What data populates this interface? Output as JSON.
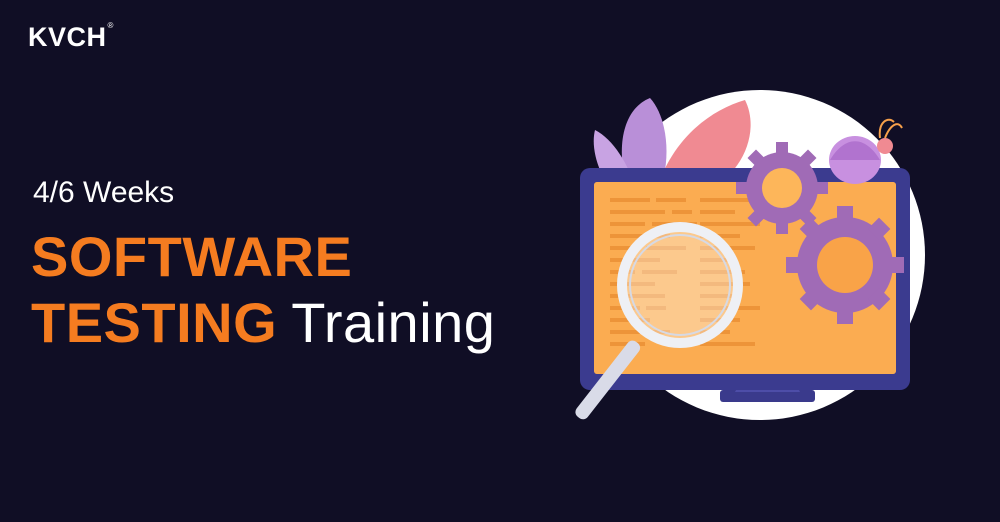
{
  "brand": {
    "name": "KVCH",
    "mark": "®"
  },
  "hero": {
    "duration": "4/6 Weeks",
    "title_line1": "SOFTWARE",
    "title_line2": "TESTING",
    "title_suffix": "Training"
  },
  "colors": {
    "background": "#100e25",
    "accent": "#f57c20",
    "text": "#ffffff"
  },
  "illustration": {
    "icons": [
      "monitor-icon",
      "magnifier-icon",
      "gear-icon",
      "bug-icon",
      "leaf-icon"
    ]
  }
}
